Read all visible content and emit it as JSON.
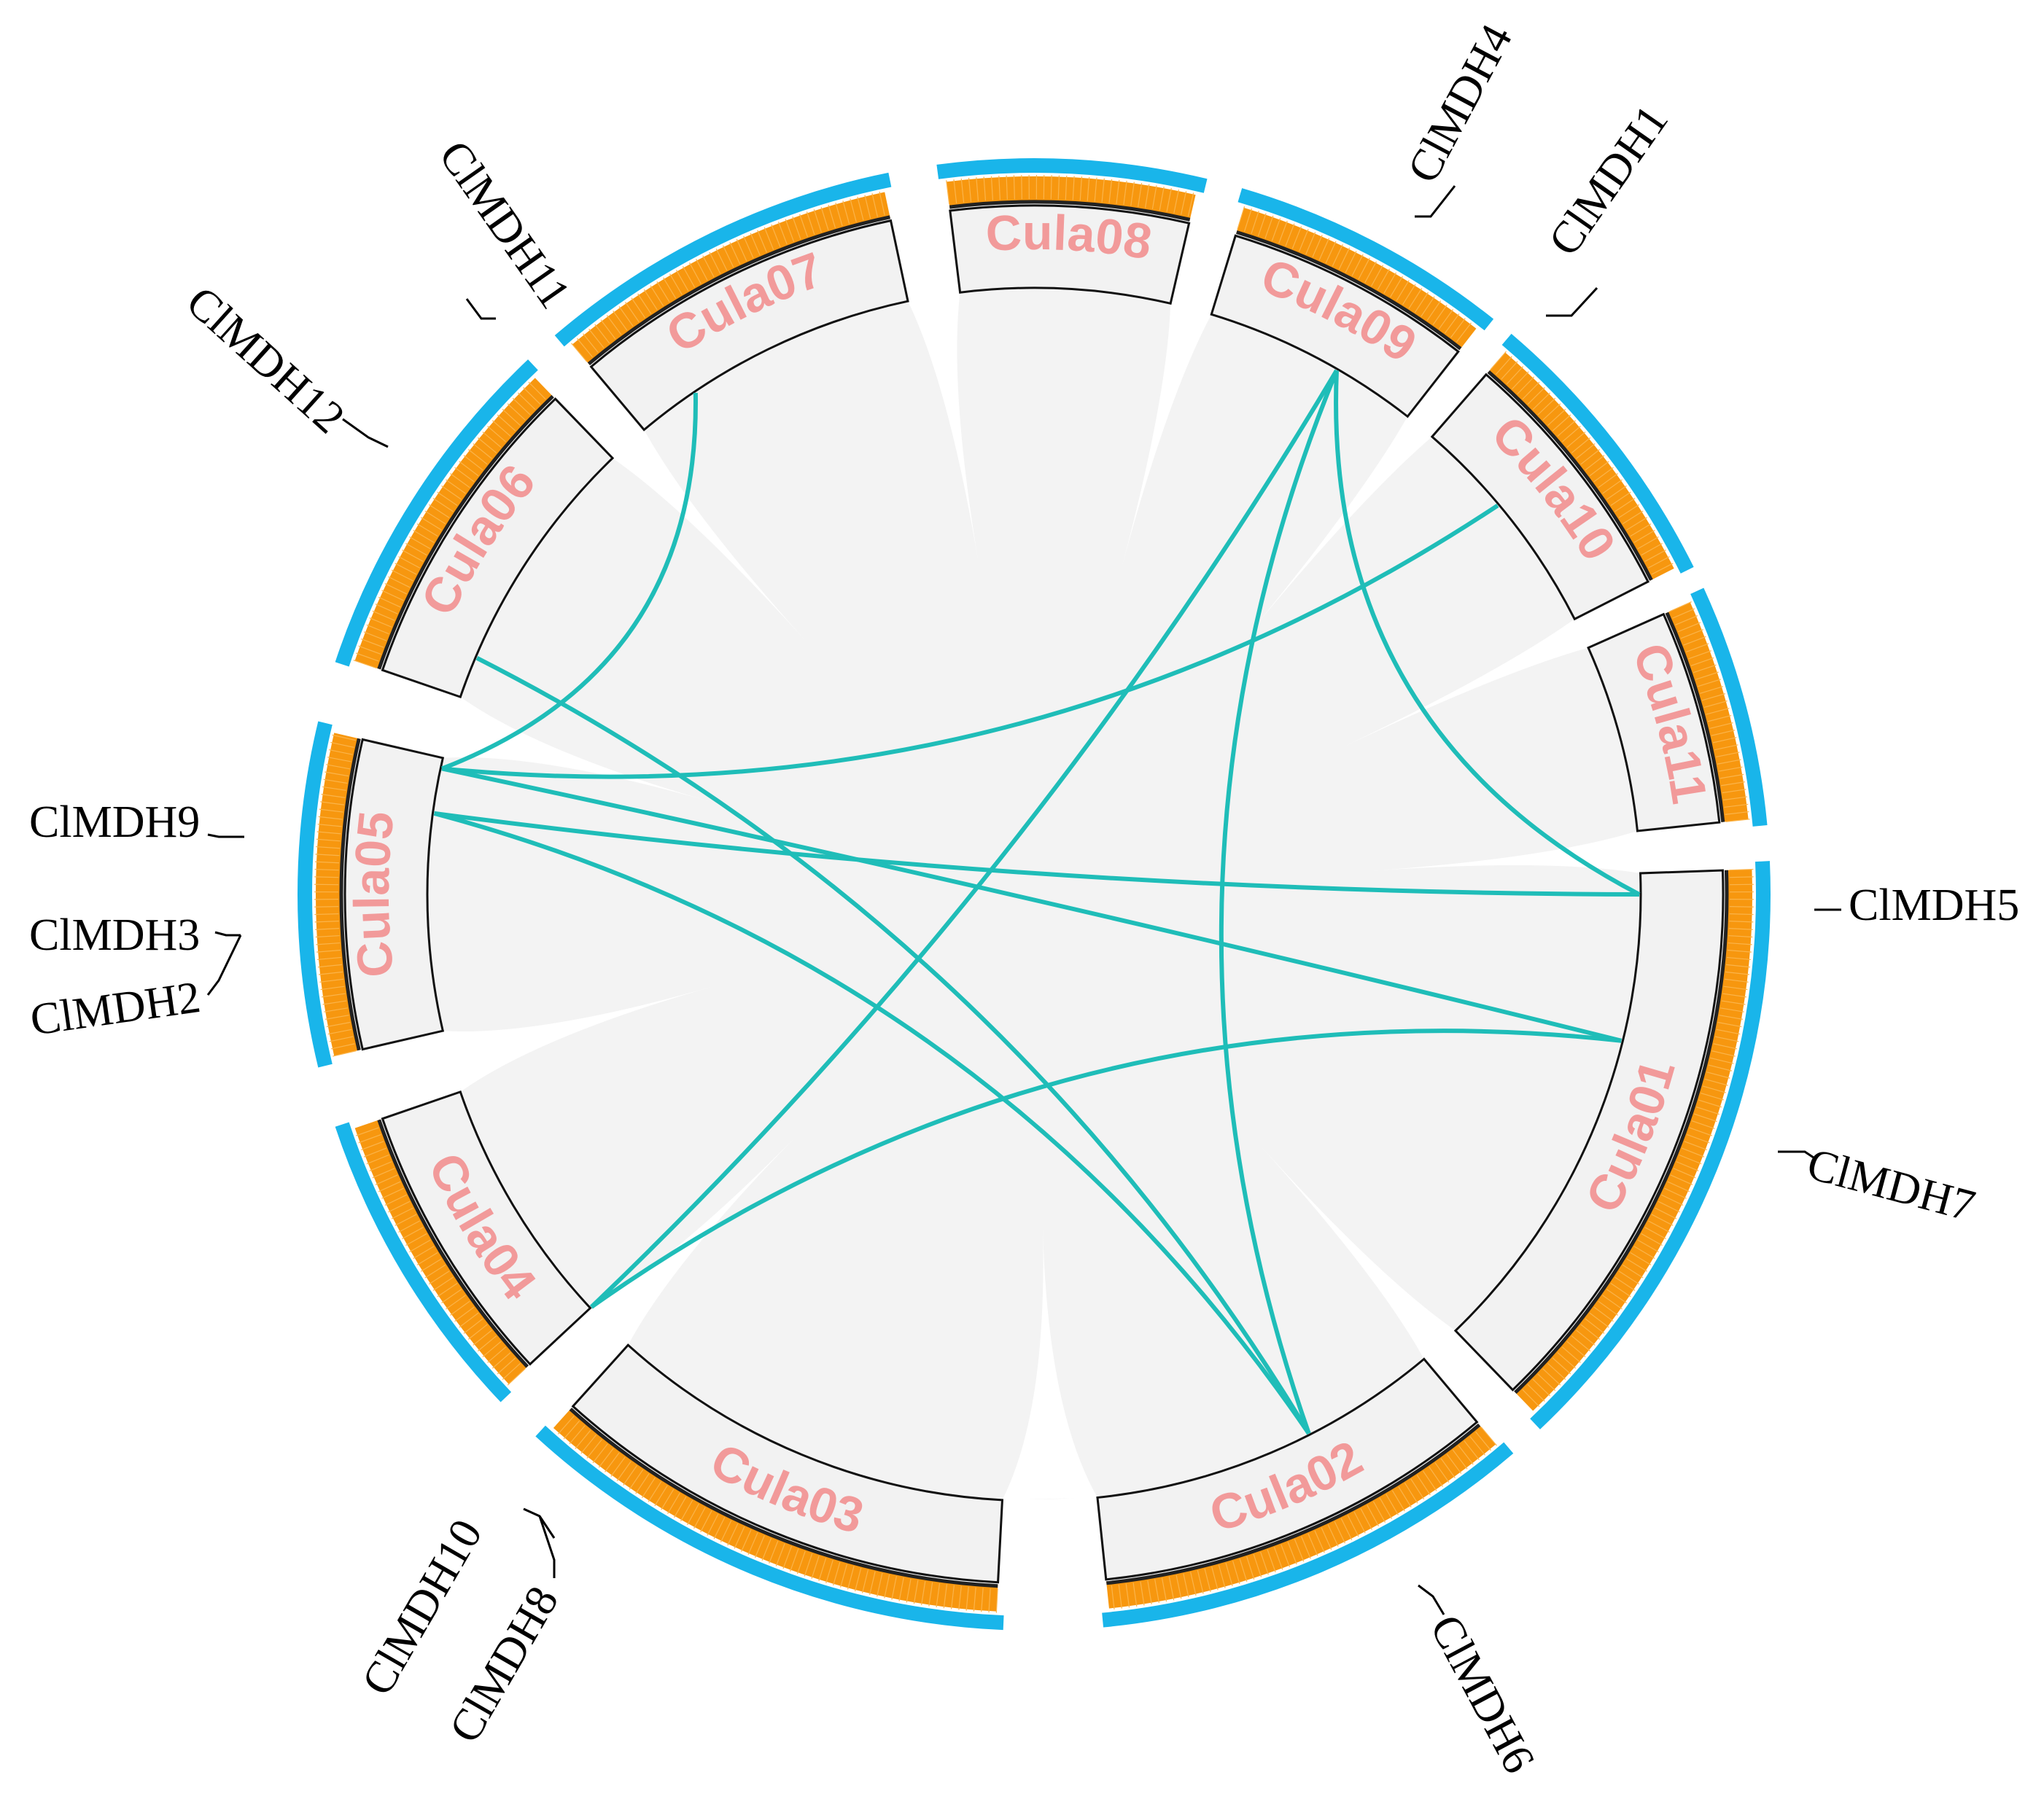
{
  "chromosomes": [
    {
      "id": "Cula01",
      "label": "Cula01"
    },
    {
      "id": "Cula02",
      "label": "Cula02"
    },
    {
      "id": "Cula03",
      "label": "Cula03"
    },
    {
      "id": "Cula04",
      "label": "Cula04"
    },
    {
      "id": "Cula05",
      "label": "Cula05"
    },
    {
      "id": "Cula06",
      "label": "Cula06"
    },
    {
      "id": "Cula07",
      "label": "Cula07"
    },
    {
      "id": "Cula08",
      "label": "Cula08"
    },
    {
      "id": "Cula09",
      "label": "Cula09"
    },
    {
      "id": "Cula10",
      "label": "Cula10"
    },
    {
      "id": "Cula11",
      "label": "Cula11"
    }
  ],
  "genes": [
    {
      "id": "ClMDH1",
      "label": "ClMDH1",
      "chromosome": "Cula10"
    },
    {
      "id": "ClMDH2",
      "label": "ClMDH2",
      "chromosome": "Cula05"
    },
    {
      "id": "ClMDH3",
      "label": "ClMDH3",
      "chromosome": "Cula05"
    },
    {
      "id": "ClMDH4",
      "label": "ClMDH4",
      "chromosome": "Cula09"
    },
    {
      "id": "ClMDH5",
      "label": "ClMDH5",
      "chromosome": "Cula01"
    },
    {
      "id": "ClMDH6",
      "label": "ClMDH6",
      "chromosome": "Cula02"
    },
    {
      "id": "ClMDH7",
      "label": "ClMDH7",
      "chromosome": "Cula01"
    },
    {
      "id": "ClMDH8",
      "label": "ClMDH8",
      "chromosome": "Cula04"
    },
    {
      "id": "ClMDH9",
      "label": "ClMDH9",
      "chromosome": "Cula05"
    },
    {
      "id": "ClMDH10",
      "label": "ClMDH10",
      "chromosome": "Cula04"
    },
    {
      "id": "ClMDH11",
      "label": "ClMDH11",
      "chromosome": "Cula07"
    },
    {
      "id": "ClMDH12",
      "label": "ClMDH12",
      "chromosome": "Cula06"
    }
  ],
  "links": [
    {
      "from": "ClMDH9",
      "to": "ClMDH1"
    },
    {
      "from": "ClMDH3",
      "to": "ClMDH5"
    },
    {
      "from": "ClMDH9",
      "to": "ClMDH7"
    },
    {
      "from": "ClMDH2",
      "to": "ClMDH6"
    },
    {
      "from": "ClMDH12",
      "to": "ClMDH6"
    },
    {
      "from": "ClMDH11",
      "to": "ClMDH9"
    },
    {
      "from": "ClMDH4",
      "to": "ClMDH10"
    },
    {
      "from": "ClMDH4",
      "to": "ClMDH5"
    },
    {
      "from": "ClMDH10",
      "to": "ClMDH7"
    },
    {
      "from": "ClMDH4",
      "to": "ClMDH6"
    }
  ],
  "colors": {
    "outer_ring": "#19b5ea",
    "inner_ring": "#f7970f",
    "chromosome_fill": "#f2f2f2",
    "chromosome_label": "#f29a9a",
    "link": "#1fbdb8",
    "background_ribbon": "#efefef"
  }
}
